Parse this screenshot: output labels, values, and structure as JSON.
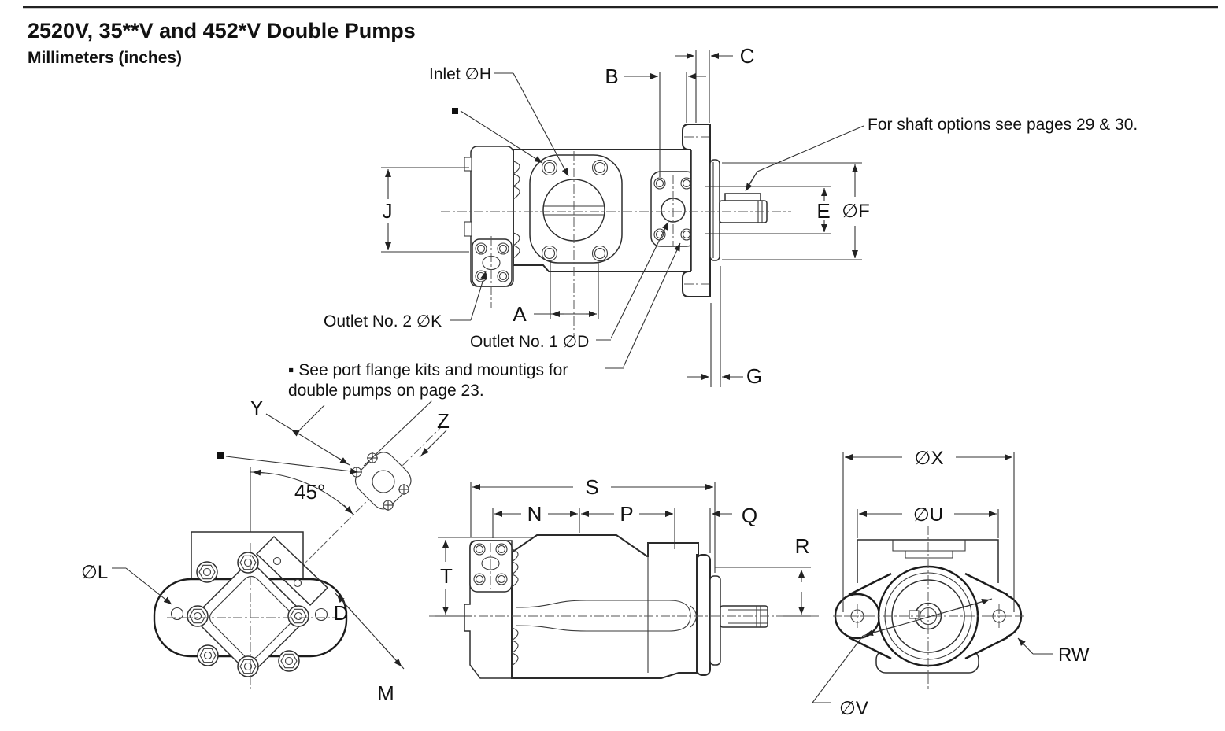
{
  "header": {
    "title": "2520V, 35**V and 452*V Double Pumps",
    "subtitle": "Millimeters (inches)"
  },
  "annotations": {
    "inlet": "Inlet ∅H",
    "shaft_note": "For shaft options see pages 29 & 30.",
    "outlet2": "Outlet No. 2 ∅K",
    "outlet1": "Outlet No. 1 ∅D",
    "flange_note_line1": "▪ See port flange kits and mountigs for",
    "flange_note_line2": "double pumps on page 23.",
    "angle": "45°"
  },
  "dimensions": {
    "a": "A",
    "b": "B",
    "c": "C",
    "d": "D",
    "e": "E",
    "f": "∅F",
    "g": "G",
    "j": "J",
    "l": "∅L",
    "m": "M",
    "n": "N",
    "p": "P",
    "q": "Q",
    "r": "R",
    "s": "S",
    "t": "T",
    "u": "∅U",
    "v": "∅V",
    "x": "∅X",
    "y": "Y",
    "z": "Z",
    "rw": "RW"
  },
  "colors": {
    "ink": "#111111",
    "line": "#2a2a2a",
    "background": "#ffffff"
  }
}
